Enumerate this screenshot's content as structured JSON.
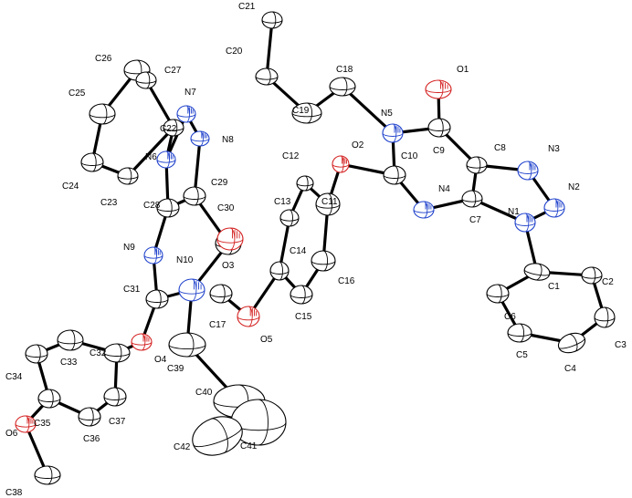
{
  "colors": {
    "carbon": "#000000",
    "nitrogen": "#2244cc",
    "oxygen": "#d42020",
    "bond": "#000000",
    "background": "#ffffff"
  },
  "atoms": [
    {
      "id": "C1",
      "el": "C"
    },
    {
      "id": "C2",
      "el": "C"
    },
    {
      "id": "C3",
      "el": "C"
    },
    {
      "id": "C4",
      "el": "C"
    },
    {
      "id": "C5",
      "el": "C"
    },
    {
      "id": "C6",
      "el": "C"
    },
    {
      "id": "C7",
      "el": "C"
    },
    {
      "id": "C8",
      "el": "C"
    },
    {
      "id": "C9",
      "el": "C"
    },
    {
      "id": "C10",
      "el": "C"
    },
    {
      "id": "C11",
      "el": "C"
    },
    {
      "id": "C12",
      "el": "C"
    },
    {
      "id": "C13",
      "el": "C"
    },
    {
      "id": "C14",
      "el": "C"
    },
    {
      "id": "C15",
      "el": "C"
    },
    {
      "id": "C16",
      "el": "C"
    },
    {
      "id": "C17",
      "el": "C"
    },
    {
      "id": "C18",
      "el": "C"
    },
    {
      "id": "C19",
      "el": "C"
    },
    {
      "id": "C20",
      "el": "C"
    },
    {
      "id": "C21",
      "el": "C"
    },
    {
      "id": "C22",
      "el": "C"
    },
    {
      "id": "C23",
      "el": "C"
    },
    {
      "id": "C24",
      "el": "C"
    },
    {
      "id": "C25",
      "el": "C"
    },
    {
      "id": "C26",
      "el": "C"
    },
    {
      "id": "C27",
      "el": "C"
    },
    {
      "id": "C28",
      "el": "C"
    },
    {
      "id": "C29",
      "el": "C"
    },
    {
      "id": "C30",
      "el": "C"
    },
    {
      "id": "C31",
      "el": "C"
    },
    {
      "id": "C32",
      "el": "C"
    },
    {
      "id": "C33",
      "el": "C"
    },
    {
      "id": "C34",
      "el": "C"
    },
    {
      "id": "C35",
      "el": "C"
    },
    {
      "id": "C36",
      "el": "C"
    },
    {
      "id": "C37",
      "el": "C"
    },
    {
      "id": "C38",
      "el": "C"
    },
    {
      "id": "C39",
      "el": "C"
    },
    {
      "id": "C40",
      "el": "C"
    },
    {
      "id": "C41",
      "el": "C"
    },
    {
      "id": "C42",
      "el": "C"
    },
    {
      "id": "N1",
      "el": "N"
    },
    {
      "id": "N2",
      "el": "N"
    },
    {
      "id": "N3",
      "el": "N"
    },
    {
      "id": "N4",
      "el": "N"
    },
    {
      "id": "N5",
      "el": "N"
    },
    {
      "id": "N6",
      "el": "N"
    },
    {
      "id": "N7",
      "el": "N"
    },
    {
      "id": "N8",
      "el": "N"
    },
    {
      "id": "N9",
      "el": "N"
    },
    {
      "id": "N10",
      "el": "N"
    },
    {
      "id": "O1",
      "el": "O"
    },
    {
      "id": "O2",
      "el": "O"
    },
    {
      "id": "O3",
      "el": "O"
    },
    {
      "id": "O4",
      "el": "O"
    },
    {
      "id": "O5",
      "el": "O"
    },
    {
      "id": "O6",
      "el": "O"
    }
  ],
  "bonds": [
    [
      "C1",
      "C2"
    ],
    [
      "C2",
      "C3"
    ],
    [
      "C3",
      "C4"
    ],
    [
      "C4",
      "C5"
    ],
    [
      "C5",
      "C6"
    ],
    [
      "C6",
      "C1"
    ],
    [
      "C1",
      "N1"
    ],
    [
      "N1",
      "N2"
    ],
    [
      "N2",
      "N3"
    ],
    [
      "N3",
      "C8"
    ],
    [
      "C8",
      "C7"
    ],
    [
      "C7",
      "N1"
    ],
    [
      "C7",
      "N4"
    ],
    [
      "N4",
      "C10"
    ],
    [
      "C10",
      "N5"
    ],
    [
      "N5",
      "C9"
    ],
    [
      "C9",
      "C8"
    ],
    [
      "C9",
      "O1"
    ],
    [
      "C10",
      "O2"
    ],
    [
      "N5",
      "C18"
    ],
    [
      "C18",
      "C19"
    ],
    [
      "C19",
      "C20"
    ],
    [
      "C20",
      "C21"
    ],
    [
      "O2",
      "C11"
    ],
    [
      "C11",
      "C12"
    ],
    [
      "C12",
      "C13"
    ],
    [
      "C13",
      "C14"
    ],
    [
      "C14",
      "C15"
    ],
    [
      "C15",
      "C16"
    ],
    [
      "C16",
      "C11"
    ],
    [
      "C14",
      "O5"
    ],
    [
      "O5",
      "C17"
    ],
    [
      "C22",
      "C23"
    ],
    [
      "C23",
      "C24"
    ],
    [
      "C24",
      "C25"
    ],
    [
      "C25",
      "C26"
    ],
    [
      "C26",
      "C27"
    ],
    [
      "C27",
      "C22"
    ],
    [
      "C22",
      "N6"
    ],
    [
      "N6",
      "N7"
    ],
    [
      "N7",
      "N8"
    ],
    [
      "N8",
      "C29"
    ],
    [
      "C29",
      "C28"
    ],
    [
      "C28",
      "N6"
    ],
    [
      "C28",
      "N9"
    ],
    [
      "N9",
      "C31"
    ],
    [
      "C31",
      "N10"
    ],
    [
      "N10",
      "C30"
    ],
    [
      "C30",
      "C29"
    ],
    [
      "C30",
      "O3"
    ],
    [
      "C31",
      "O4"
    ],
    [
      "N10",
      "C39"
    ],
    [
      "C39",
      "C40"
    ],
    [
      "C40",
      "C41"
    ],
    [
      "C40",
      "C42"
    ],
    [
      "O4",
      "C32"
    ],
    [
      "C32",
      "C33"
    ],
    [
      "C33",
      "C34"
    ],
    [
      "C34",
      "C35"
    ],
    [
      "C35",
      "C36"
    ],
    [
      "C36",
      "C37"
    ],
    [
      "C37",
      "C32"
    ],
    [
      "C35",
      "O6"
    ],
    [
      "O6",
      "C38"
    ]
  ]
}
